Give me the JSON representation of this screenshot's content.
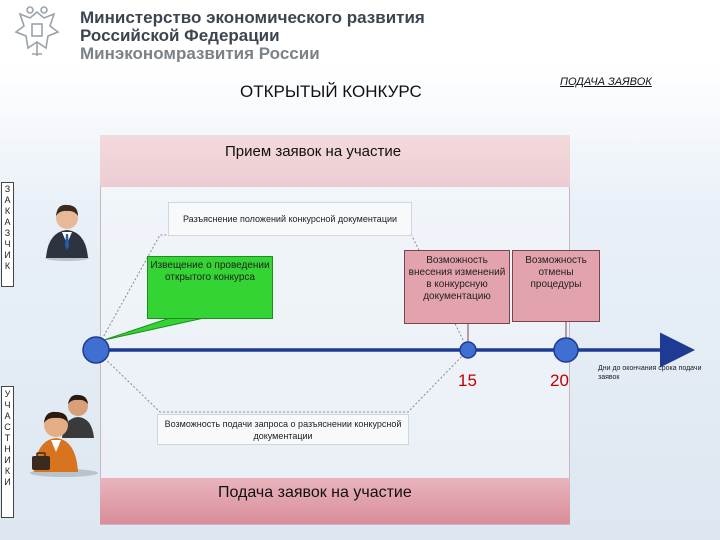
{
  "header": {
    "ministry_line1": "Министерство экономического развития",
    "ministry_line2": "Российской Федерации",
    "ministry_short": "Минэкономразвития России"
  },
  "slide": {
    "title": "ОТКРЫТЫЙ КОНКУРС",
    "stage": "ПОДАЧА ЗАЯВОК",
    "top_band": "Прием заявок на участие",
    "bottom_band": "Подача заявок на участие"
  },
  "side_labels": {
    "customer": [
      "З",
      "А",
      "К",
      "А",
      "З",
      "Ч",
      "И",
      "К"
    ],
    "participants": [
      "У",
      "Ч",
      "А",
      "С",
      "Т",
      "Н",
      "И",
      "К",
      "И"
    ]
  },
  "boxes": {
    "clarification": "Разъяснение положений конкурсной документации",
    "notice": "Извещение о проведении открытого конкурса",
    "changes": "Возможность внесения изменений в конкурсную документацию",
    "cancel": "Возможность отмены процедуры",
    "query": "Возможность подачи запроса о разъяснении конкурсной документации"
  },
  "timeline": {
    "mark1": "15",
    "mark2": "20",
    "deadline_note": "Дни до окончания срока подачи заявок"
  },
  "colors": {
    "notice_fill": "#33d433",
    "option_fill": "#e3a3ad",
    "axis": "#1f3a93",
    "marker": "#3f6fd0",
    "number": "#c00000"
  }
}
